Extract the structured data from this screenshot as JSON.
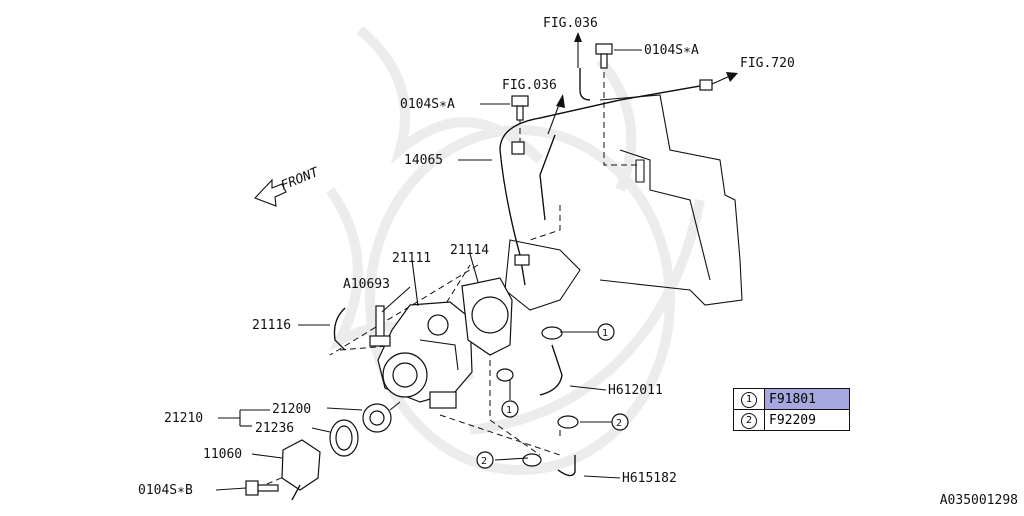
{
  "labels": {
    "fig036_top": "FIG.036",
    "bolt_a_top": "0104S∗A",
    "fig720": "FIG.720",
    "fig036_mid": "FIG.036",
    "bolt_a_left": "0104S∗A",
    "pipe": "14065",
    "front": "FRONT",
    "pump": "21111",
    "gasket": "21114",
    "stud": "A10693",
    "hose_small": "21116",
    "thermo_group": "21210",
    "thermostat": "21200",
    "thermo_gasket": "21236",
    "cover": "11060",
    "bolt_b": "0104S∗B",
    "hose_upper": "H612011",
    "hose_lower": "H615182",
    "callout_1": "1",
    "callout_2": "2"
  },
  "legend": [
    {
      "num": "1",
      "code": "F91801",
      "highlight": "#a8a8e0"
    },
    {
      "num": "2",
      "code": "F92209",
      "highlight": ""
    }
  ],
  "reference": "A035001298"
}
